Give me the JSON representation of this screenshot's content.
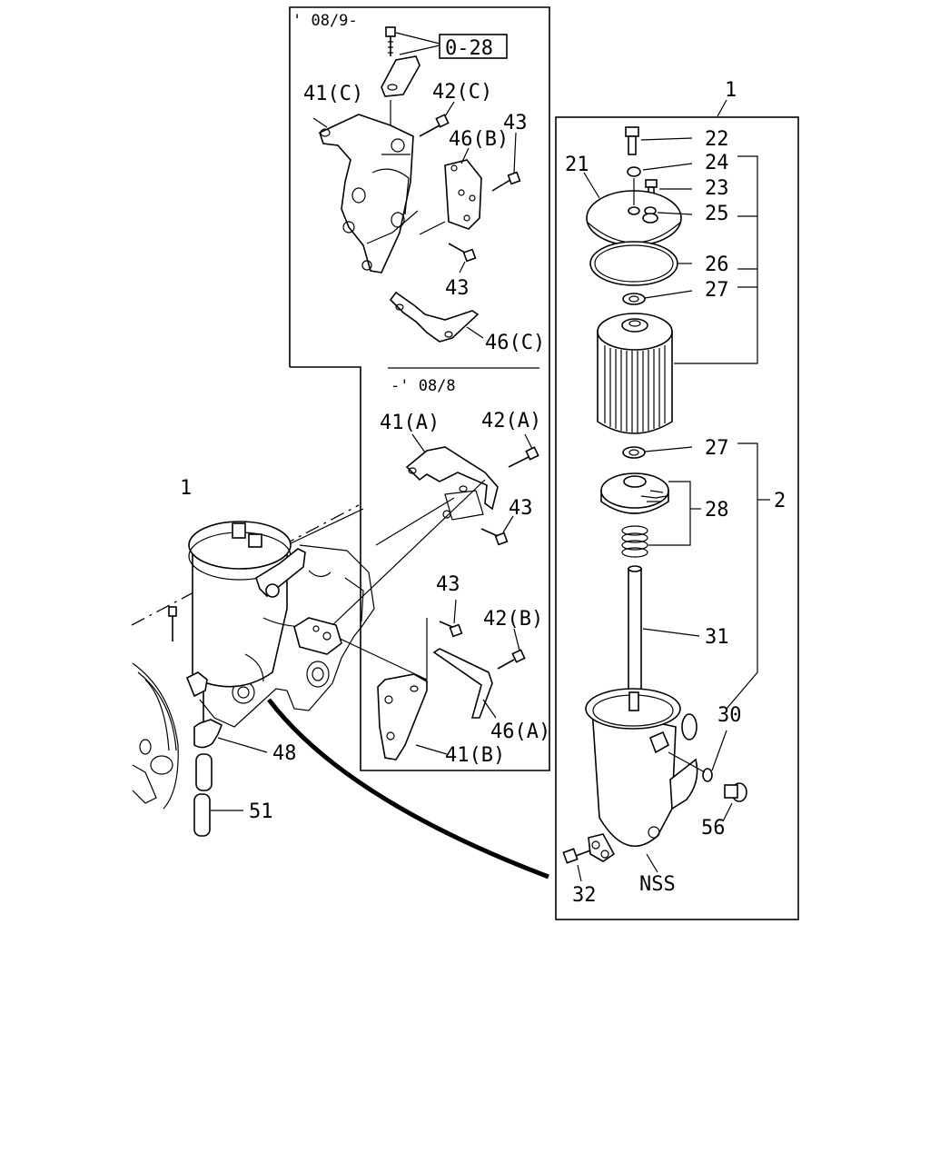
{
  "labels": {
    "date_from": "' 08/9-",
    "date_to": "-' 08/8",
    "ref_box": "0-28",
    "p41c": "41(C)",
    "p42c": "42(C)",
    "p46b": "46(B)",
    "p43_top": "43",
    "p43_mid": "43",
    "p46c": "46(C)",
    "p41a": "41(A)",
    "p42a": "42(A)",
    "p43_a": "43",
    "p43_b": "43",
    "p42b": "42(B)",
    "p46a": "46(A)",
    "p41b": "41(B)",
    "p1_left": "1",
    "p48": "48",
    "p51": "51",
    "p1_right": "1",
    "p22": "22",
    "p24": "24",
    "p23": "23",
    "p21": "21",
    "p25": "25",
    "p26": "26",
    "p27_top": "27",
    "p27_bot": "27",
    "p2": "2",
    "p28": "28",
    "p31": "31",
    "p30": "30",
    "p56": "56",
    "p32": "32",
    "nss": "NSS"
  }
}
